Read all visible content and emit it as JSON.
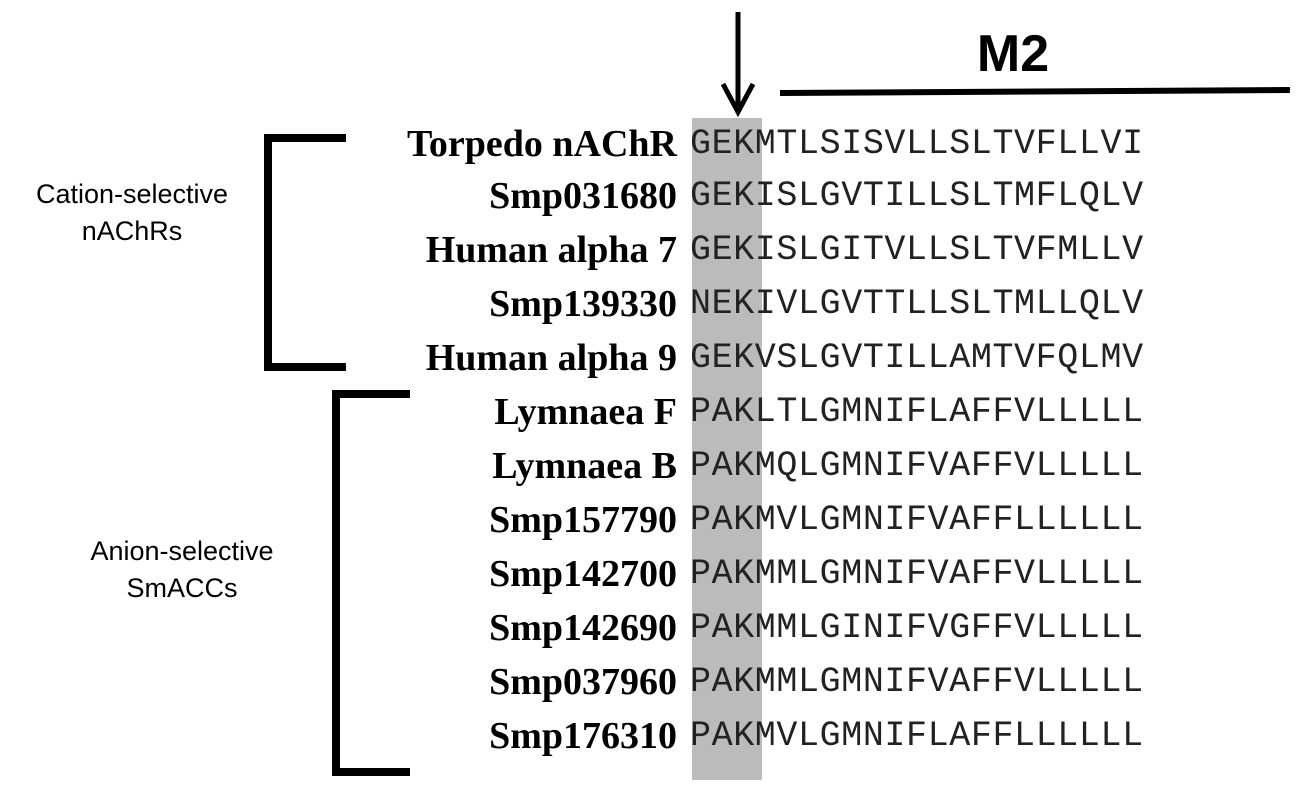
{
  "figure": {
    "segment_label": "M2",
    "groups": [
      {
        "label_lines": [
          "Cation-selective",
          "nAChRs"
        ]
      },
      {
        "label_lines": [
          "Anion-selective",
          "SmACCs"
        ]
      }
    ],
    "sequences": [
      {
        "name": "Torpedo nAChR",
        "residues": "GEKMTLSISVLLSLTVFLLVI"
      },
      {
        "name": "Smp031680",
        "residues": "GEKISLGVTILLSLTMFLQLV"
      },
      {
        "name": "Human alpha 7",
        "residues": "GEKISLGITVLLSLTVFMLLV"
      },
      {
        "name": "Smp139330",
        "residues": "NEKIVLGVTTLLSLTMLLQLV"
      },
      {
        "name": "Human alpha 9",
        "residues": "GEKVSLGVTILLAMTVFQLMV"
      },
      {
        "name": "Lymnaea F",
        "residues": "PAKLTLGMNIFLAFFVLLLLL"
      },
      {
        "name": "Lymnaea B",
        "residues": "PAKMQLGMNIFVAFFVLLLLL"
      },
      {
        "name": "Smp157790",
        "residues": "PAKMVLGMNIFVAFFLLLLLL"
      },
      {
        "name": "Smp142700",
        "residues": "PAKMMLGMNIFVAFFVLLLLL"
      },
      {
        "name": "Smp142690",
        "residues": "PAKMMLGINIFVGFFVLLLLL"
      },
      {
        "name": "Smp037960",
        "residues": "PAKMMLGMNIFVAFFVLLLLL"
      },
      {
        "name": "Smp176310",
        "residues": "PAKMVLGMNIFLAFFLLLLLL"
      }
    ],
    "colors": {
      "ink": "#000000",
      "highlight": "#9e9e9e",
      "sequence_text": "#222222"
    }
  }
}
